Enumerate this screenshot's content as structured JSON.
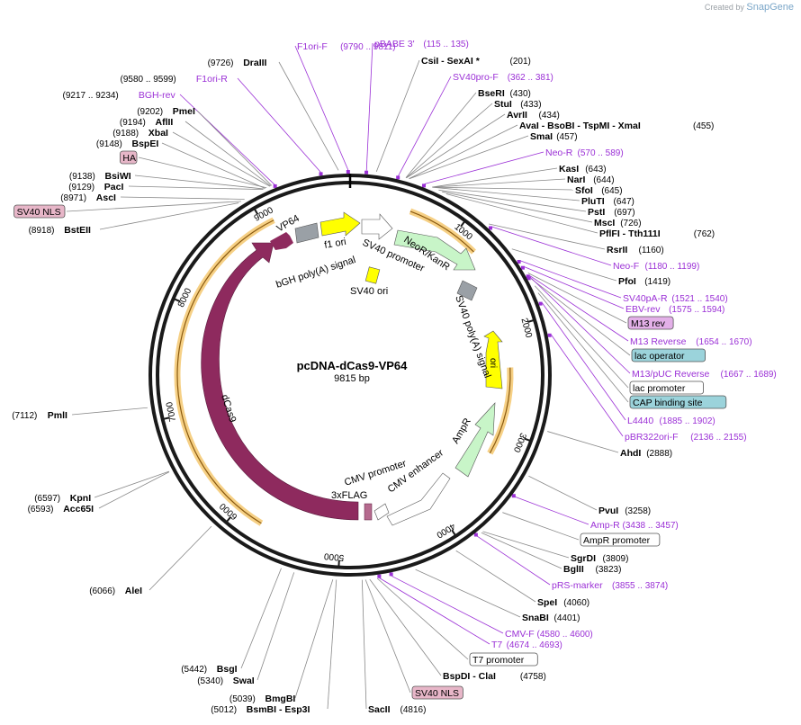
{
  "watermark": {
    "prefix": "Created by",
    "brand": "SnapGene"
  },
  "plasmid": {
    "name": "pcDNA-dCas9-VP64",
    "size": "9815 bp"
  },
  "ruler": [
    "1000",
    "2000",
    "3000",
    "4000",
    "5000",
    "6000",
    "7000",
    "8000",
    "9000"
  ],
  "features": [
    {
      "name": "dCas9",
      "color": "#8e2a5e"
    },
    {
      "name": "VP64",
      "color": "#8e2a5e"
    },
    {
      "name": "3xFLAG",
      "color": "#b56a8e"
    },
    {
      "name": "bGH poly(A) signal",
      "color": "#9aa0a6"
    },
    {
      "name": "f1 ori",
      "color": "#ffff00"
    },
    {
      "name": "SV40 promoter",
      "color": "#ffffff"
    },
    {
      "name": "NeoR/KanR",
      "color": "#c8f5c8"
    },
    {
      "name": "SV40 ori",
      "color": "#ffff00"
    },
    {
      "name": "SV40 poly(A) signal",
      "color": "#9aa0a6"
    },
    {
      "name": "ori",
      "color": "#ffff00"
    },
    {
      "name": "AmpR",
      "color": "#c8f5c8"
    },
    {
      "name": "CMV enhancer",
      "color": "#ffffff"
    },
    {
      "name": "CMV promoter",
      "color": "#ffffff"
    }
  ],
  "labels": [
    {
      "n": "DraIII",
      "p": "(9726)",
      "k": "enz"
    },
    {
      "n": "F1ori-F",
      "p": "(9790 .. 9811)",
      "k": "primer"
    },
    {
      "n": "pBABE 3'",
      "p": "(115 .. 135)",
      "k": "primer"
    },
    {
      "n": "CsiI  - SexAI *",
      "p": "(201)",
      "k": "enz"
    },
    {
      "n": "F1ori-R",
      "p": "(9580 .. 9599)",
      "k": "primer"
    },
    {
      "n": "SV40pro-F",
      "p": "(362 .. 381)",
      "k": "primer"
    },
    {
      "n": "BGH-rev",
      "p": "(9217 .. 9234)",
      "k": "primer"
    },
    {
      "n": "BseRI",
      "p": "(430)",
      "k": "enz"
    },
    {
      "n": "StuI",
      "p": "(433)",
      "k": "enz"
    },
    {
      "n": "PmeI",
      "p": "(9202)",
      "k": "enz"
    },
    {
      "n": "AvrII",
      "p": "(434)",
      "k": "enz"
    },
    {
      "n": "AflII",
      "p": "(9194)",
      "k": "enz"
    },
    {
      "n": "AvaI  - BsoBI  - TspMI  - XmaI",
      "p": "(455)",
      "k": "enz"
    },
    {
      "n": "XbaI",
      "p": "(9188)",
      "k": "enz"
    },
    {
      "n": "SmaI",
      "p": "(457)",
      "k": "enz"
    },
    {
      "n": "BspEI",
      "p": "(9148)",
      "k": "enz"
    },
    {
      "n": "Neo-R",
      "p": "(570 .. 589)",
      "k": "primer"
    },
    {
      "n": "HA",
      "p": "",
      "k": "boxpink"
    },
    {
      "n": "KasI",
      "p": "(643)",
      "k": "enz"
    },
    {
      "n": "BsiWI",
      "p": "(9138)",
      "k": "enz"
    },
    {
      "n": "NarI",
      "p": "(644)",
      "k": "enz"
    },
    {
      "n": "PacI",
      "p": "(9129)",
      "k": "enz"
    },
    {
      "n": "SfoI",
      "p": "(645)",
      "k": "enz"
    },
    {
      "n": "AscI",
      "p": "(8971)",
      "k": "enz"
    },
    {
      "n": "PluTI",
      "p": "(647)",
      "k": "enz"
    },
    {
      "n": "SV40 NLS",
      "p": "",
      "k": "boxpink"
    },
    {
      "n": "PstI",
      "p": "(697)",
      "k": "enz"
    },
    {
      "n": "MscI",
      "p": "(726)",
      "k": "enz"
    },
    {
      "n": "BstEII",
      "p": "(8918)",
      "k": "enz"
    },
    {
      "n": "PflFI  - Tth111I",
      "p": "(762)",
      "k": "enz"
    },
    {
      "n": "RsrII",
      "p": "(1160)",
      "k": "enz"
    },
    {
      "n": "Neo-F",
      "p": "(1180 .. 1199)",
      "k": "primer"
    },
    {
      "n": "PfoI",
      "p": "(1419)",
      "k": "enz"
    },
    {
      "n": "SV40pA-R",
      "p": "(1521 .. 1540)",
      "k": "primer"
    },
    {
      "n": "EBV-rev",
      "p": "(1575 .. 1594)",
      "k": "primer"
    },
    {
      "n": "M13 rev",
      "p": "",
      "k": "boxpurple"
    },
    {
      "n": "M13 Reverse",
      "p": "(1654 .. 1670)",
      "k": "primer"
    },
    {
      "n": "lac operator",
      "p": "",
      "k": "boxteal"
    },
    {
      "n": "M13/pUC Reverse",
      "p": "(1667 .. 1689)",
      "k": "primer"
    },
    {
      "n": "lac promoter",
      "p": "",
      "k": "boxwhite"
    },
    {
      "n": "CAP binding site",
      "p": "",
      "k": "boxteal"
    },
    {
      "n": "L4440",
      "p": "(1885 .. 1902)",
      "k": "primer"
    },
    {
      "n": "PmlI",
      "p": "(7112)",
      "k": "enz"
    },
    {
      "n": "pBR322ori-F",
      "p": "(2136 .. 2155)",
      "k": "primer"
    },
    {
      "n": "AhdI",
      "p": "(2888)",
      "k": "enz"
    },
    {
      "n": "KpnI",
      "p": "(6597)",
      "k": "enz"
    },
    {
      "n": "Acc65I",
      "p": "(6593)",
      "k": "enz"
    },
    {
      "n": "PvuI",
      "p": "(3258)",
      "k": "enz"
    },
    {
      "n": "Amp-R",
      "p": "(3438 .. 3457)",
      "k": "primer"
    },
    {
      "n": "AmpR promoter",
      "p": "",
      "k": "boxwhite"
    },
    {
      "n": "SgrDI",
      "p": "(3809)",
      "k": "enz"
    },
    {
      "n": "BglII",
      "p": "(3823)",
      "k": "enz"
    },
    {
      "n": "pRS-marker",
      "p": "(3855 .. 3874)",
      "k": "primer"
    },
    {
      "n": "AleI",
      "p": "(6066)",
      "k": "enz"
    },
    {
      "n": "SpeI",
      "p": "(4060)",
      "k": "enz"
    },
    {
      "n": "SnaBI",
      "p": "(4401)",
      "k": "enz"
    },
    {
      "n": "CMV-F",
      "p": "(4580 .. 4600)",
      "k": "primer"
    },
    {
      "n": "T7",
      "p": "(4674 .. 4693)",
      "k": "primer"
    },
    {
      "n": "T7 promoter",
      "p": "",
      "k": "boxwhite"
    },
    {
      "n": "BsgI",
      "p": "(5442)",
      "k": "enz"
    },
    {
      "n": "SwaI",
      "p": "(5340)",
      "k": "enz"
    },
    {
      "n": "BspDI  - ClaI",
      "p": "(4758)",
      "k": "enz"
    },
    {
      "n": "BmgBI",
      "p": "(5039)",
      "k": "enz"
    },
    {
      "n": "SV40 NLS",
      "p": "",
      "k": "boxpink"
    },
    {
      "n": "BsmBI  - Esp3I",
      "p": "(5012)",
      "k": "enz"
    },
    {
      "n": "SacII",
      "p": "(4816)",
      "k": "enz"
    }
  ],
  "colors": {
    "enzyme": "#000000",
    "primer": "#9b30d6",
    "pink_box": "#e7b6c8",
    "purple_box": "#e3b0e8",
    "teal_box": "#9bd3db",
    "orange_arc": "#f5c870",
    "backbone": "#1a1a1a"
  }
}
